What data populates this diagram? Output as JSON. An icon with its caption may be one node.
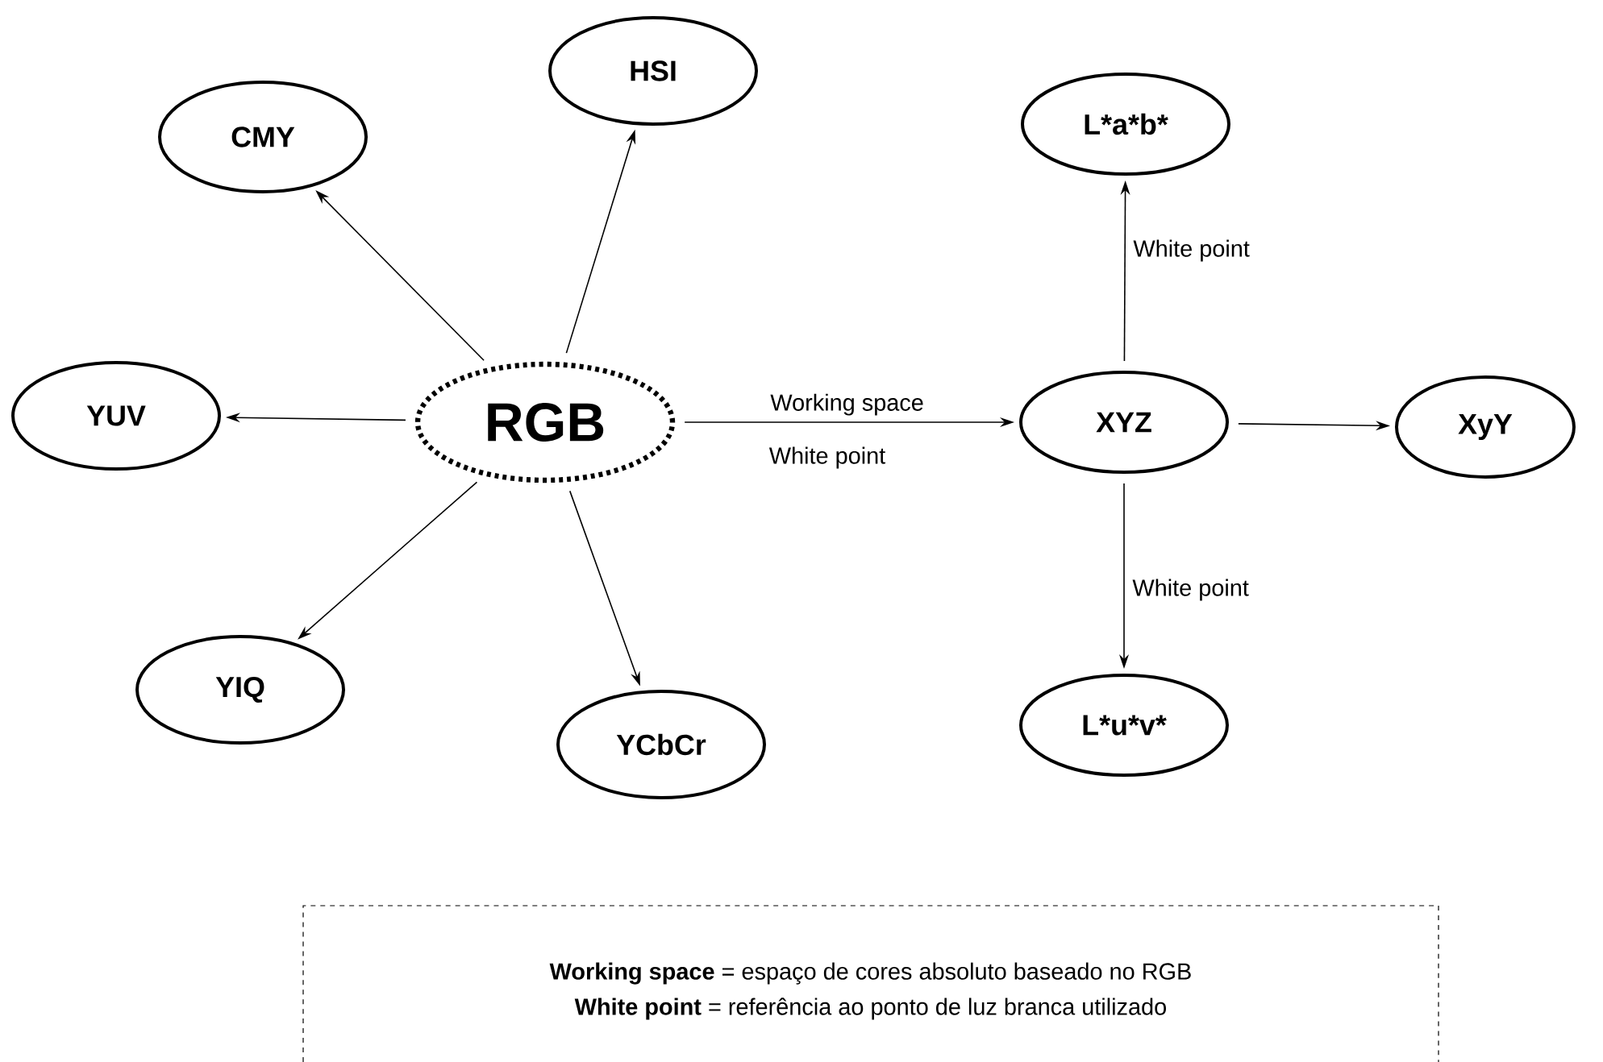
{
  "diagram": {
    "nodes": [
      {
        "text": [
          "RGB"
        ]
      },
      {
        "text": [
          "CMY"
        ]
      },
      {
        "text": [
          "HSI"
        ]
      },
      {
        "text": [
          "YUV"
        ]
      },
      {
        "text": [
          "YIQ"
        ]
      },
      {
        "text": [
          "YCbCr"
        ]
      },
      {
        "text": [
          "XYZ"
        ]
      },
      {
        "text": [
          "L*a*b*"
        ]
      },
      {
        "text": [
          "XyY"
        ]
      },
      {
        "text": [
          "L*u*v*"
        ]
      },
      {
        "text": [
          "**Working space** = espaço de cores absoluto baseado no RGB",
          "**White point** = referência ao ponto de luz branca utilizado"
        ]
      }
    ],
    "edges": [
      {
        "from": 0,
        "to": 1,
        "arrow": "to"
      },
      {
        "from": 0,
        "to": 2,
        "arrow": "to"
      },
      {
        "from": 0,
        "to": 3,
        "arrow": "to"
      },
      {
        "from": 0,
        "to": 4,
        "arrow": "to"
      },
      {
        "from": 0,
        "to": 5,
        "arrow": "to"
      },
      {
        "from": 0,
        "to": 6,
        "arrow": "to",
        "label": "Working space"
      },
      {
        "from": 6,
        "to": 7,
        "arrow": "to",
        "label": "White point"
      },
      {
        "from": 6,
        "to": 8,
        "arrow": "to"
      },
      {
        "from": 6,
        "to": 9,
        "arrow": "to",
        "label": "White point"
      }
    ],
    "labels": [
      "White point"
    ]
  }
}
